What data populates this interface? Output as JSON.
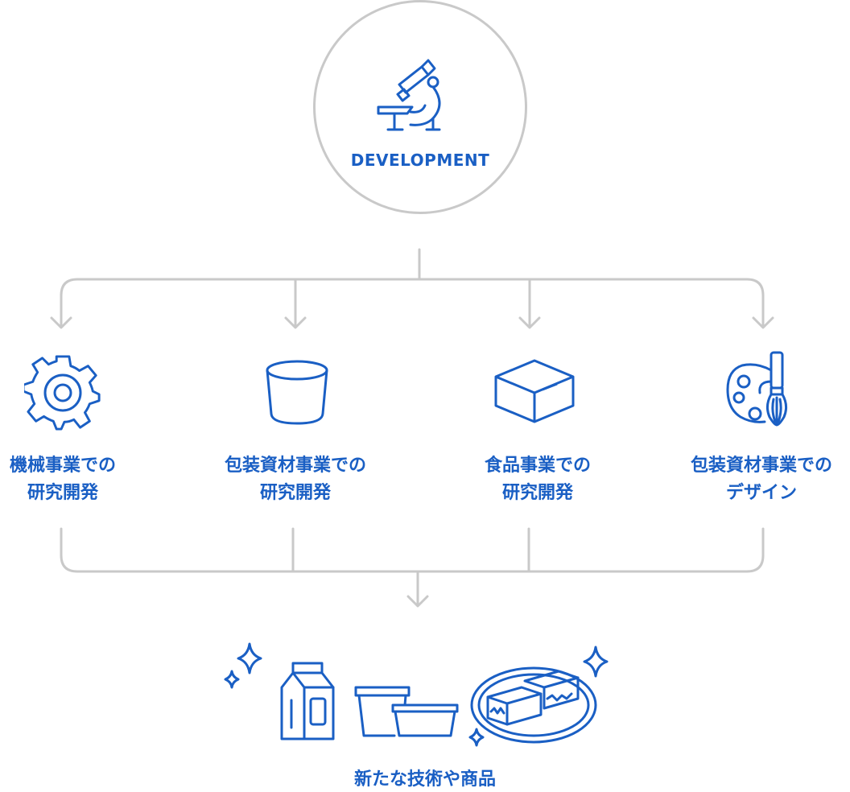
{
  "top_node": {
    "label": "DEVELOPMENT",
    "icon": "microscope-icon"
  },
  "branches": [
    {
      "line1": "機械事業での",
      "line2": "研究開発",
      "icon": "gear-icon"
    },
    {
      "line1": "包装資材事業での",
      "line2": "研究開発",
      "icon": "container-cup-icon"
    },
    {
      "line1": "食品事業での",
      "line2": "研究開発",
      "icon": "box-icon"
    },
    {
      "line1": "包装資材事業での",
      "line2": "デザイン",
      "icon": "palette-brush-icon"
    }
  ],
  "result": {
    "label": "新たな技術や商品",
    "icon": "products-illustration-icon"
  },
  "colors": {
    "accent": "#1a5fc4",
    "connector": "#c9c9c9"
  }
}
